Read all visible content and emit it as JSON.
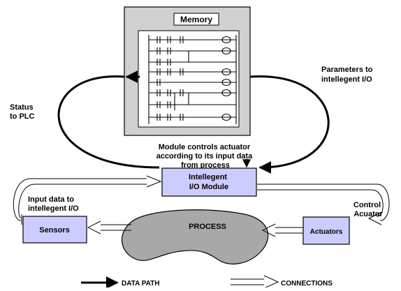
{
  "colors": {
    "memory_frame": "#d0d0d0",
    "module_fill": "#ccccff",
    "process_fill": "#a8a8a8",
    "line": "#000000"
  },
  "memory": {
    "label": "Memory"
  },
  "labels": {
    "status": [
      "Status",
      "to PLC"
    ],
    "parameters": [
      "Parameters to",
      "intellegent I/O"
    ],
    "module_controls": [
      "Module controls actuator",
      "according to its input data",
      "from process"
    ],
    "input_data": [
      "Input data to",
      "intellegent I/O"
    ],
    "control": [
      "Control",
      "Acuator"
    ]
  },
  "boxes": {
    "module": [
      "Intellegent",
      "I/O Module"
    ],
    "sensors": "Sensors",
    "actuators": "Actuators",
    "process": "PROCESS"
  },
  "legend": {
    "data_path": "DATA PATH",
    "connections": "CONNECTIONS"
  }
}
